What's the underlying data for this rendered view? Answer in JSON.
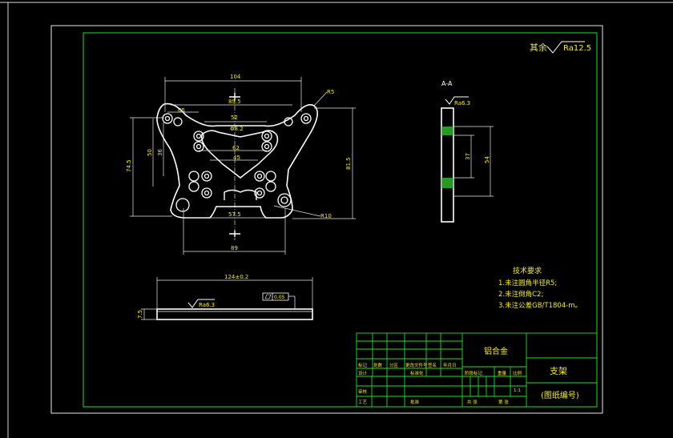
{
  "drawing": {
    "roughness_note": "其余",
    "roughness_value": "Ra12.5",
    "section_label": "A-A",
    "section_roughness": "Ra6.3",
    "bottom_roughness": "Ra6.3",
    "flatness_value": "0.05"
  },
  "plan_dims": {
    "top_overall": "104",
    "top_inner": "89.5",
    "top_small": "65",
    "slot_width": "52",
    "bar_hole": "Φ8.2",
    "hole_spacing": "62",
    "inner_45": "45",
    "bottom_span": "57.5",
    "bottom_overall": "89",
    "left_outer": "74.5",
    "left_mid": "50",
    "left_inner": "36",
    "right_height": "81.5",
    "radius_top": "R5",
    "radius_bottom": "R10"
  },
  "side_dims": {
    "length": "124±0.2",
    "thickness": "7.5"
  },
  "section_dims": {
    "inner": "37",
    "outer": "54"
  },
  "tech_notes": {
    "title": "技术要求",
    "lines": [
      "1.未注圆角半径R5;",
      "2.未注倒角C2;",
      "3.未注公差GB/T1804-m。"
    ]
  },
  "title_block": {
    "material": "铝合金",
    "part_name": "支架",
    "drawing_no": "(图纸编号)",
    "header_labels": [
      "标记",
      "处数",
      "分区",
      "更改文件号",
      "签名",
      "年月日"
    ],
    "row_design": "设计",
    "row_standard": "标准化",
    "row_stage": "阶段标记",
    "row_weight": "重量",
    "row_scale": "比例",
    "scale_value": "1:1",
    "row_review": "审核",
    "row_process": "工艺",
    "row_approve": "批准",
    "sheets_total": "共 张",
    "sheet_no": "第 张"
  }
}
